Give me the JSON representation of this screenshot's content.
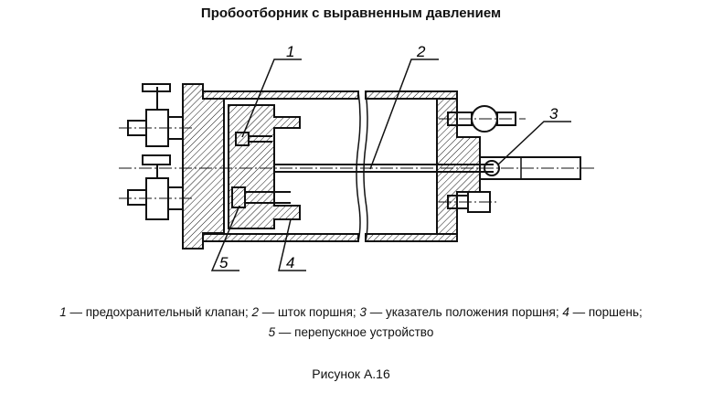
{
  "title": "Пробоотборник с выравненным давлением",
  "callouts": [
    "1",
    "2",
    "3",
    "4",
    "5"
  ],
  "caption": {
    "line1": [
      {
        "num": "1",
        "text": " — предохранительный клапан; "
      },
      {
        "num": "2",
        "text": " — шток поршня; "
      },
      {
        "num": "3",
        "text": " — указатель положения поршня; "
      },
      {
        "num": "4",
        "text": " — поршень;"
      }
    ],
    "line2": [
      {
        "num": "5",
        "text": " — перепускное устройство"
      }
    ]
  },
  "figure_label": "Рисунок А.16",
  "colors": {
    "ink": "#111111",
    "paper": "#ffffff"
  }
}
